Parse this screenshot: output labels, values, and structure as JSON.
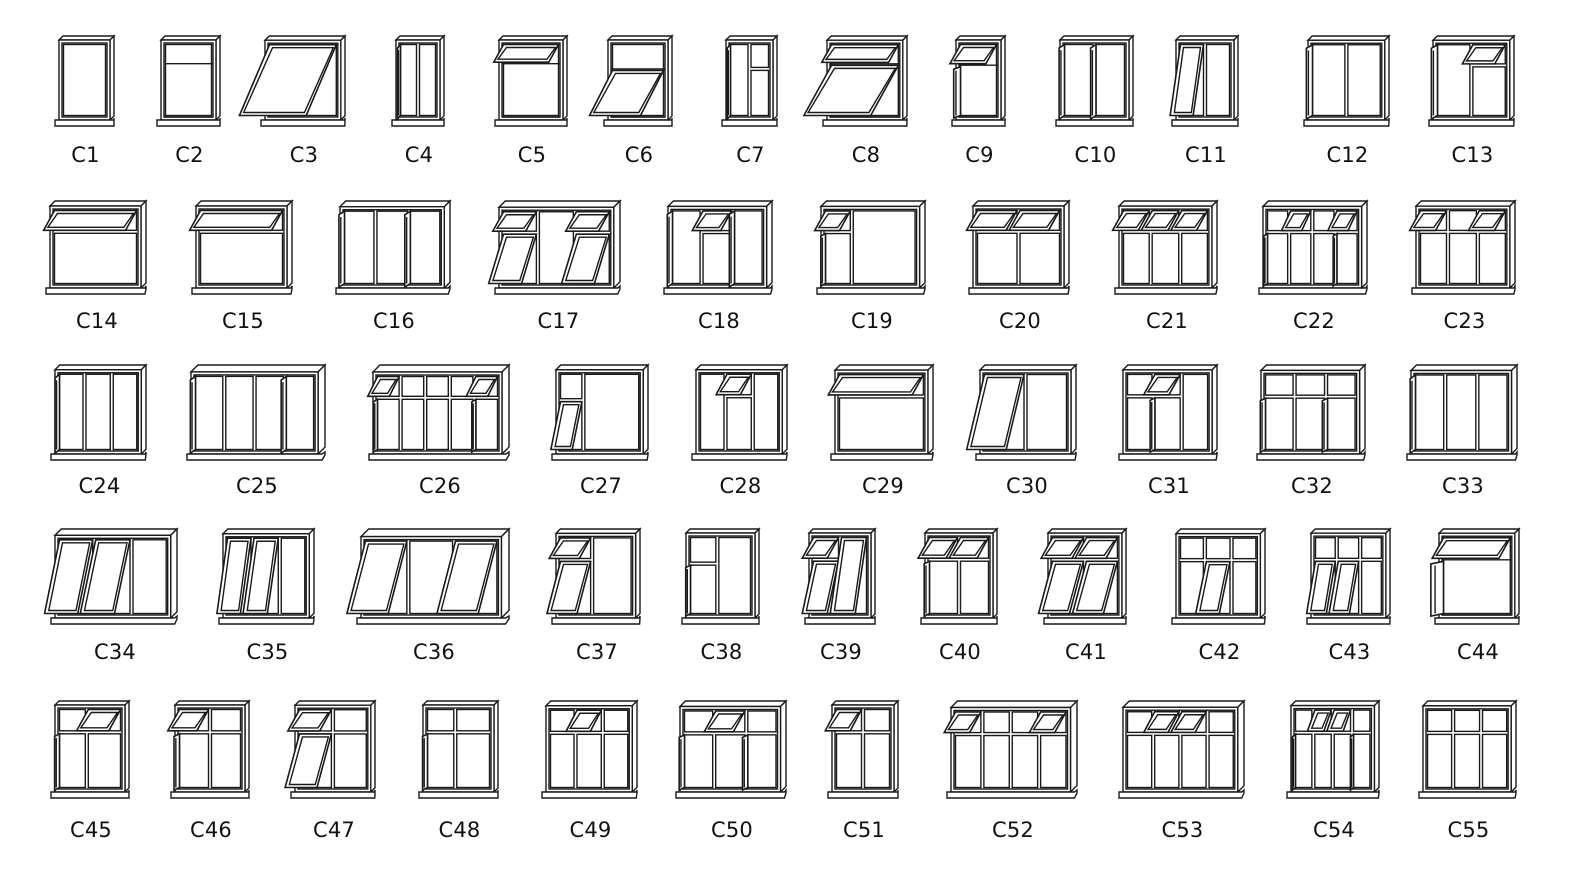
{
  "catalog": {
    "rows": [
      [
        "C1",
        "C2",
        "C3",
        "C4",
        "C5",
        "C6",
        "C7",
        "C8",
        "C9",
        "C10",
        "C11",
        "C12",
        "C13"
      ],
      [
        "C14",
        "C15",
        "C16",
        "C17",
        "C18",
        "C19",
        "C20",
        "C21",
        "C22",
        "C23"
      ],
      [
        "C24",
        "C25",
        "C26",
        "C27",
        "C28",
        "C29",
        "C30",
        "C31",
        "C32",
        "C33"
      ],
      [
        "C34",
        "C35",
        "C36",
        "C37",
        "C38",
        "C39",
        "C40",
        "C41",
        "C42",
        "C43",
        "C44"
      ],
      [
        "C45",
        "C46",
        "C47",
        "C48",
        "C49",
        "C50",
        "C51",
        "C52",
        "C53",
        "C54",
        "C55"
      ]
    ]
  },
  "designs": {
    "C1": {
      "cols": [
        1
      ],
      "rows": [
        1
      ],
      "tv": [
        0
      ],
      "open": []
    },
    "C2": {
      "cols": [
        1
      ],
      "rows": [
        0.28,
        0.72
      ],
      "tv": [
        0
      ],
      "open": []
    },
    "C3": {
      "cols": [
        1
      ],
      "rows": [
        1
      ],
      "tv": [
        0
      ],
      "open": [
        {
          "c": 0,
          "r": 0,
          "t": "top"
        }
      ]
    },
    "C4": {
      "cols": [
        0.5,
        0.5
      ],
      "rows": [
        1
      ],
      "tv": [
        0,
        0
      ],
      "open": [
        {
          "c": 0,
          "r": 0,
          "t": "side"
        }
      ]
    },
    "C5": {
      "cols": [
        1
      ],
      "rows": [
        0.28,
        0.72
      ],
      "tv": [
        0
      ],
      "open": [
        {
          "c": 0,
          "r": 0,
          "t": "top"
        }
      ]
    },
    "C6": {
      "cols": [
        1
      ],
      "rows": [
        0.35,
        0.65
      ],
      "tv": [
        0
      ],
      "open": [
        {
          "c": 0,
          "r": 1,
          "t": "top"
        }
      ]
    },
    "C7": {
      "cols": [
        0.5,
        0.5
      ],
      "rows": [
        0.35,
        0.65
      ],
      "tv": [
        0,
        1
      ],
      "open": [
        {
          "c": 0,
          "r": 1,
          "t": "side"
        }
      ]
    },
    "C8": {
      "cols": [
        1
      ],
      "rows": [
        0.28,
        0.72
      ],
      "tv": [
        0
      ],
      "open": [
        {
          "c": 0,
          "r": 0,
          "t": "top"
        },
        {
          "c": 0,
          "r": 1,
          "t": "top"
        }
      ]
    },
    "C9": {
      "cols": [
        1
      ],
      "rows": [
        0.3,
        0.7
      ],
      "tv": [
        0
      ],
      "open": [
        {
          "c": 0,
          "r": 0,
          "t": "top"
        },
        {
          "c": 0,
          "r": 1,
          "t": "side"
        }
      ]
    },
    "C10": {
      "cols": [
        0.5,
        0.5
      ],
      "rows": [
        1
      ],
      "tv": [
        0,
        0
      ],
      "open": [
        {
          "c": 0,
          "r": 0,
          "t": "side"
        },
        {
          "c": 1,
          "r": 0,
          "t": "side"
        }
      ]
    },
    "C11": {
      "cols": [
        0.5,
        0.5
      ],
      "rows": [
        1
      ],
      "tv": [
        0,
        0
      ],
      "open": [
        {
          "c": 0,
          "r": 0,
          "t": "top"
        }
      ]
    },
    "C12": {
      "cols": [
        0.5,
        0.5
      ],
      "rows": [
        1
      ],
      "tv": [
        0,
        0
      ],
      "open": [
        {
          "c": 0,
          "r": 0,
          "t": "side"
        }
      ]
    },
    "C13": {
      "cols": [
        0.5,
        0.5
      ],
      "rows": [
        0.3,
        0.7
      ],
      "tv": [
        0,
        1
      ],
      "open": [
        {
          "c": 0,
          "r": 0,
          "t": "side"
        },
        {
          "c": 1,
          "r": 0,
          "t": "top"
        }
      ]
    },
    "C14": {
      "cols": [
        1
      ],
      "rows": [
        0.3,
        0.7
      ],
      "tv": [
        2
      ],
      "open": [
        {
          "c": 0,
          "r": 0,
          "t": "top"
        }
      ]
    },
    "C15": {
      "cols": [
        1
      ],
      "rows": [
        0.3,
        0.7
      ],
      "tv": [
        3
      ],
      "open": [
        {
          "c": 0,
          "r": 0,
          "t": "top"
        }
      ]
    },
    "C16": {
      "cols": [
        0.33,
        0.34,
        0.33
      ],
      "rows": [
        1
      ],
      "tv": [
        0,
        0,
        0
      ],
      "open": [
        {
          "c": 0,
          "r": 0,
          "t": "side"
        },
        {
          "c": 2,
          "r": 0,
          "t": "side"
        }
      ]
    },
    "C17": {
      "cols": [
        0.33,
        0.34,
        0.33
      ],
      "rows": [
        0.3,
        0.7
      ],
      "tv": [
        1,
        0,
        1
      ],
      "open": [
        {
          "c": 0,
          "r": 0,
          "t": "top"
        },
        {
          "c": 0,
          "r": 1,
          "t": "top"
        },
        {
          "c": 2,
          "r": 0,
          "t": "top"
        },
        {
          "c": 2,
          "r": 1,
          "t": "top"
        }
      ]
    },
    "C18": {
      "cols": [
        0.33,
        0.34,
        0.33
      ],
      "rows": [
        0.3,
        0.7
      ],
      "tv": [
        0,
        1,
        0
      ],
      "open": [
        {
          "c": 0,
          "r": 0,
          "t": "side"
        },
        {
          "c": 1,
          "r": 0,
          "t": "top"
        },
        {
          "c": 2,
          "r": 0,
          "t": "side"
        }
      ]
    },
    "C19": {
      "cols": [
        0.3,
        0.7
      ],
      "rows": [
        0.3,
        0.7
      ],
      "tv": [
        1,
        0
      ],
      "open": [
        {
          "c": 0,
          "r": 0,
          "t": "top"
        },
        {
          "c": 0,
          "r": 1,
          "t": "side"
        }
      ]
    },
    "C20": {
      "cols": [
        0.5,
        0.5
      ],
      "rows": [
        0.3,
        0.7
      ],
      "tv": [
        1,
        1
      ],
      "open": [
        {
          "c": 0,
          "r": 0,
          "t": "top"
        },
        {
          "c": 1,
          "r": 0,
          "t": "top"
        }
      ]
    },
    "C21": {
      "cols": [
        0.33,
        0.34,
        0.33
      ],
      "rows": [
        0.3,
        0.7
      ],
      "tv": [
        1,
        1,
        1
      ],
      "open": [
        {
          "c": 0,
          "r": 0,
          "t": "top"
        },
        {
          "c": 1,
          "r": 0,
          "t": "top"
        },
        {
          "c": 2,
          "r": 0,
          "t": "top"
        }
      ]
    },
    "C22": {
      "cols": [
        0.25,
        0.25,
        0.25,
        0.25
      ],
      "rows": [
        0.3,
        0.7
      ],
      "tv": [
        1,
        1,
        1,
        1
      ],
      "open": [
        {
          "c": 0,
          "r": 1,
          "t": "side"
        },
        {
          "c": 1,
          "r": 0,
          "t": "top"
        },
        {
          "c": 3,
          "r": 0,
          "t": "top"
        },
        {
          "c": 3,
          "r": 1,
          "t": "side"
        }
      ]
    },
    "C23": {
      "cols": [
        0.33,
        0.34,
        0.33
      ],
      "rows": [
        0.3,
        0.7
      ],
      "tv": [
        1,
        1,
        1
      ],
      "open": [
        {
          "c": 0,
          "r": 0,
          "t": "top"
        },
        {
          "c": 2,
          "r": 0,
          "t": "top"
        }
      ]
    },
    "C24": {
      "cols": [
        0.33,
        0.34,
        0.33
      ],
      "rows": [
        1
      ],
      "tv": [
        0,
        0,
        0
      ],
      "open": [
        {
          "c": 0,
          "r": 0,
          "t": "side"
        }
      ]
    },
    "C25": {
      "cols": [
        0.25,
        0.25,
        0.25,
        0.25
      ],
      "rows": [
        1
      ],
      "tv": [
        0,
        0,
        0,
        0
      ],
      "open": [
        {
          "c": 0,
          "r": 0,
          "t": "side"
        },
        {
          "c": 3,
          "r": 0,
          "t": "side"
        }
      ]
    },
    "C26": {
      "cols": [
        0.2,
        0.2,
        0.2,
        0.2,
        0.2
      ],
      "rows": [
        0.3,
        0.7
      ],
      "tv": [
        1,
        1,
        1,
        1,
        1
      ],
      "open": [
        {
          "c": 0,
          "r": 0,
          "t": "top"
        },
        {
          "c": 0,
          "r": 1,
          "t": "side"
        },
        {
          "c": 4,
          "r": 0,
          "t": "top"
        },
        {
          "c": 4,
          "r": 1,
          "t": "side"
        }
      ]
    },
    "C27": {
      "cols": [
        0.3,
        0.7
      ],
      "rows": [
        0.35,
        0.65
      ],
      "tv": [
        1,
        0
      ],
      "open": [
        {
          "c": 0,
          "r": 1,
          "t": "top"
        }
      ]
    },
    "C28": {
      "cols": [
        0.33,
        0.34,
        0.33
      ],
      "rows": [
        0.3,
        0.7
      ],
      "tv": [
        0,
        1,
        0
      ],
      "open": [
        {
          "c": 1,
          "r": 0,
          "t": "top"
        }
      ]
    },
    "C29": {
      "cols": [
        1
      ],
      "rows": [
        0.3,
        0.7
      ],
      "tv": [
        2
      ],
      "open": [
        {
          "c": 0,
          "r": 0,
          "t": "top"
        }
      ]
    },
    "C30": {
      "cols": [
        0.5,
        0.5
      ],
      "rows": [
        1
      ],
      "tv": [
        0,
        0
      ],
      "open": [
        {
          "c": 0,
          "r": 0,
          "t": "top"
        }
      ]
    },
    "C31": {
      "cols": [
        0.33,
        0.34,
        0.33
      ],
      "rows": [
        0.3,
        0.7
      ],
      "tv": [
        1,
        1,
        0
      ],
      "open": [
        {
          "c": 1,
          "r": 0,
          "t": "top"
        },
        {
          "c": 1,
          "r": 1,
          "t": "side"
        }
      ]
    },
    "C32": {
      "cols": [
        0.33,
        0.34,
        0.33
      ],
      "rows": [
        0.3,
        0.7
      ],
      "tv": [
        1,
        1,
        1
      ],
      "open": [
        {
          "c": 0,
          "r": 1,
          "t": "side"
        },
        {
          "c": 2,
          "r": 1,
          "t": "side"
        }
      ]
    },
    "C33": {
      "cols": [
        0.33,
        0.34,
        0.33
      ],
      "rows": [
        1
      ],
      "tv": [
        0,
        0,
        0
      ],
      "open": [
        {
          "c": 0,
          "r": 0,
          "t": "side"
        }
      ]
    },
    "C34": {
      "cols": [
        0.33,
        0.34,
        0.33
      ],
      "rows": [
        1
      ],
      "tv": [
        0,
        0,
        0
      ],
      "open": [
        {
          "c": 0,
          "r": 0,
          "t": "top"
        },
        {
          "c": 1,
          "r": 0,
          "t": "top"
        }
      ]
    },
    "C35": {
      "cols": [
        0.33,
        0.34,
        0.33
      ],
      "rows": [
        1
      ],
      "tv": [
        0,
        0,
        0
      ],
      "open": [
        {
          "c": 0,
          "r": 0,
          "t": "top"
        },
        {
          "c": 1,
          "r": 0,
          "t": "top"
        }
      ]
    },
    "C36": {
      "cols": [
        0.33,
        0.34,
        0.33
      ],
      "rows": [
        1
      ],
      "tv": [
        0,
        0,
        0
      ],
      "open": [
        {
          "c": 0,
          "r": 0,
          "t": "top"
        },
        {
          "c": 2,
          "r": 0,
          "t": "top"
        }
      ]
    },
    "C37": {
      "cols": [
        0.45,
        0.55
      ],
      "rows": [
        0.3,
        0.7
      ],
      "tv": [
        1,
        0
      ],
      "open": [
        {
          "c": 0,
          "r": 0,
          "t": "top"
        },
        {
          "c": 0,
          "r": 1,
          "t": "top"
        }
      ]
    },
    "C38": {
      "cols": [
        0.45,
        0.55
      ],
      "rows": [
        0.35,
        0.65
      ],
      "tv": [
        1,
        0
      ],
      "open": [
        {
          "c": 0,
          "r": 1,
          "t": "side"
        }
      ]
    },
    "C39": {
      "cols": [
        0.5,
        0.5
      ],
      "rows": [
        0.3,
        0.7
      ],
      "tv": [
        1,
        0
      ],
      "open": [
        {
          "c": 0,
          "r": 0,
          "t": "top"
        },
        {
          "c": 0,
          "r": 1,
          "t": "top"
        },
        {
          "c": 1,
          "r": 0,
          "t": "top"
        }
      ]
    },
    "C40": {
      "cols": [
        0.5,
        0.5
      ],
      "rows": [
        0.3,
        0.7
      ],
      "tv": [
        1,
        1
      ],
      "open": [
        {
          "c": 0,
          "r": 0,
          "t": "top"
        },
        {
          "c": 1,
          "r": 0,
          "t": "top"
        },
        {
          "c": 0,
          "r": 1,
          "t": "side"
        }
      ]
    },
    "C41": {
      "cols": [
        0.5,
        0.5
      ],
      "rows": [
        0.3,
        0.7
      ],
      "tv": [
        1,
        1
      ],
      "open": [
        {
          "c": 0,
          "r": 0,
          "t": "top"
        },
        {
          "c": 1,
          "r": 0,
          "t": "top"
        },
        {
          "c": 0,
          "r": 1,
          "t": "top"
        },
        {
          "c": 1,
          "r": 1,
          "t": "top"
        }
      ]
    },
    "C42": {
      "cols": [
        0.33,
        0.34,
        0.33
      ],
      "rows": [
        0.3,
        0.7
      ],
      "tv": [
        1,
        1,
        1
      ],
      "open": [
        {
          "c": 1,
          "r": 1,
          "t": "top"
        }
      ]
    },
    "C43": {
      "cols": [
        0.33,
        0.34,
        0.33
      ],
      "rows": [
        0.3,
        0.7
      ],
      "tv": [
        1,
        1,
        1
      ],
      "open": [
        {
          "c": 0,
          "r": 1,
          "t": "top"
        },
        {
          "c": 1,
          "r": 1,
          "t": "top"
        }
      ]
    },
    "C44": {
      "cols": [
        1
      ],
      "rows": [
        0.3,
        0.7
      ],
      "tv": [
        0
      ],
      "open": [
        {
          "c": 0,
          "r": 0,
          "t": "top"
        },
        {
          "c": 0,
          "r": 1,
          "t": "side"
        }
      ]
    },
    "C45": {
      "cols": [
        0.45,
        0.55
      ],
      "rows": [
        0.3,
        0.7
      ],
      "tv": [
        1,
        1
      ],
      "open": [
        {
          "c": 1,
          "r": 0,
          "t": "top"
        },
        {
          "c": 0,
          "r": 1,
          "t": "side"
        }
      ]
    },
    "C46": {
      "cols": [
        0.5,
        0.5
      ],
      "rows": [
        0.3,
        0.7
      ],
      "tv": [
        1,
        1
      ],
      "open": [
        {
          "c": 0,
          "r": 0,
          "t": "top"
        },
        {
          "c": 0,
          "r": 1,
          "t": "side"
        }
      ]
    },
    "C47": {
      "cols": [
        0.5,
        0.5
      ],
      "rows": [
        0.3,
        0.7
      ],
      "tv": [
        1,
        1
      ],
      "open": [
        {
          "c": 0,
          "r": 0,
          "t": "top"
        },
        {
          "c": 0,
          "r": 1,
          "t": "top"
        }
      ]
    },
    "C48": {
      "cols": [
        0.45,
        0.55
      ],
      "rows": [
        0.3,
        0.7
      ],
      "tv": [
        1,
        1
      ],
      "open": [
        {
          "c": 0,
          "r": 1,
          "t": "side"
        }
      ]
    },
    "C49": {
      "cols": [
        0.33,
        0.34,
        0.33
      ],
      "rows": [
        0.3,
        0.7
      ],
      "tv": [
        1,
        1,
        1
      ],
      "open": [
        {
          "c": 1,
          "r": 0,
          "t": "top"
        }
      ]
    },
    "C50": {
      "cols": [
        0.33,
        0.34,
        0.33
      ],
      "rows": [
        0.3,
        0.7
      ],
      "tv": [
        1,
        1,
        1
      ],
      "open": [
        {
          "c": 1,
          "r": 0,
          "t": "top"
        },
        {
          "c": 0,
          "r": 1,
          "t": "side"
        },
        {
          "c": 2,
          "r": 1,
          "t": "side"
        }
      ]
    },
    "C51": {
      "cols": [
        0.5,
        0.5
      ],
      "rows": [
        0.3,
        0.7
      ],
      "tv": [
        1,
        1
      ],
      "open": [
        {
          "c": 0,
          "r": 0,
          "t": "top"
        }
      ]
    },
    "C52": {
      "cols": [
        0.25,
        0.25,
        0.25,
        0.25
      ],
      "rows": [
        0.3,
        0.7
      ],
      "tv": [
        1,
        1,
        1,
        1
      ],
      "open": [
        {
          "c": 0,
          "r": 0,
          "t": "top"
        },
        {
          "c": 3,
          "r": 0,
          "t": "top"
        }
      ]
    },
    "C53": {
      "cols": [
        0.25,
        0.25,
        0.25,
        0.25
      ],
      "rows": [
        0.3,
        0.7
      ],
      "tv": [
        1,
        1,
        1,
        1
      ],
      "open": [
        {
          "c": 1,
          "r": 0,
          "t": "top"
        },
        {
          "c": 2,
          "r": 0,
          "t": "top"
        }
      ]
    },
    "C54": {
      "cols": [
        0.25,
        0.25,
        0.25,
        0.25
      ],
      "rows": [
        0.3,
        0.7
      ],
      "tv": [
        1,
        1,
        1,
        1
      ],
      "open": [
        {
          "c": 0,
          "r": 1,
          "t": "side"
        },
        {
          "c": 1,
          "r": 0,
          "t": "top"
        },
        {
          "c": 2,
          "r": 0,
          "t": "top"
        },
        {
          "c": 3,
          "r": 1,
          "t": "side"
        }
      ]
    },
    "C55": {
      "cols": [
        0.33,
        0.34,
        0.33
      ],
      "rows": [
        0.3,
        0.7
      ],
      "tv": [
        1,
        1,
        1
      ],
      "open": []
    }
  },
  "colors": {
    "line": "#1a1a1a",
    "background": "#ffffff",
    "text": "#111111"
  }
}
